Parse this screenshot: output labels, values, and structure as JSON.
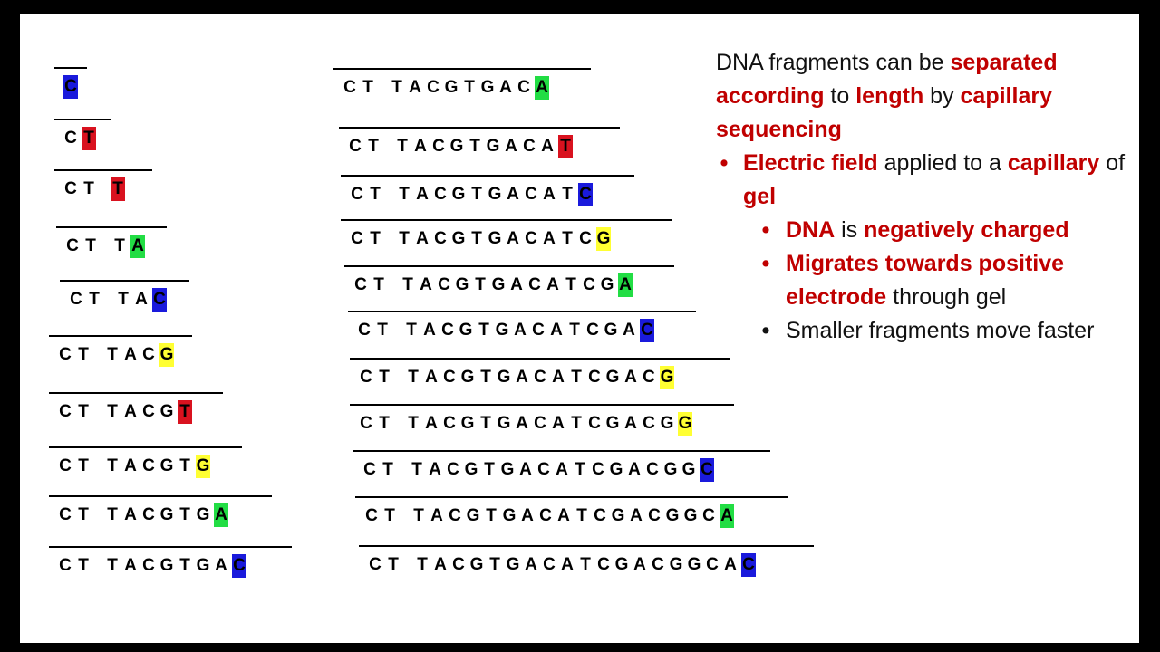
{
  "colors": {
    "A": "#22dd44",
    "T": "#d9121f",
    "C": "#1a1adc",
    "G": "#ffff33",
    "red_text": "#c00000"
  },
  "left_fragments": [
    {
      "seq": "C"
    },
    {
      "seq": "CT"
    },
    {
      "seq": "CTT"
    },
    {
      "seq": "CTTA"
    },
    {
      "seq": "CTTAC"
    },
    {
      "seq": "CTTACG"
    },
    {
      "seq": "CTTACGT"
    },
    {
      "seq": "CTTACGTG"
    },
    {
      "seq": "CTTACGTGA"
    },
    {
      "seq": "CTTACGTGAC"
    }
  ],
  "right_fragments": [
    {
      "seq": "CTTACGTGACA"
    },
    {
      "seq": "CTTACGTGACAT"
    },
    {
      "seq": "CTTACGTGACATC"
    },
    {
      "seq": "CTTACGTGACATCG"
    },
    {
      "seq": "CTTACGTGACATCGA"
    },
    {
      "seq": "CTTACGTGACATCGAC"
    },
    {
      "seq": "CTTACGTGACATCGACG"
    },
    {
      "seq": "CTTACGTGACATCGACGG"
    },
    {
      "seq": "CTTACGTGACATCGACGGC"
    },
    {
      "seq": "CTTACGTGACATCGACGGCA"
    },
    {
      "seq": "CTTACGTGACATCGACGGCAC"
    }
  ],
  "text": {
    "p1": [
      {
        "t": "DNA fragments can be ",
        "red": false
      },
      {
        "t": "separated according",
        "red": true
      },
      {
        "t": " to ",
        "red": false
      },
      {
        "t": "length",
        "red": true
      },
      {
        "t": " by ",
        "red": false
      },
      {
        "t": "capillary sequencing",
        "red": true
      }
    ],
    "b1": [
      {
        "t": "Electric field",
        "red": true
      },
      {
        "t": " applied to a ",
        "red": false
      },
      {
        "t": "capillary",
        "red": true
      },
      {
        "t": " of ",
        "red": false
      },
      {
        "t": "gel",
        "red": true
      }
    ],
    "b2": [
      {
        "t": "DNA",
        "red": true
      },
      {
        "t": " is ",
        "red": false
      },
      {
        "t": "negatively charged",
        "red": true
      }
    ],
    "b3": [
      {
        "t": "Migrates towards positive electrode",
        "red": true
      },
      {
        "t": " through gel",
        "red": false
      }
    ],
    "b4": [
      {
        "t": "Smaller fragments move faster",
        "red": false
      }
    ],
    "bullet_glyph": "•"
  }
}
